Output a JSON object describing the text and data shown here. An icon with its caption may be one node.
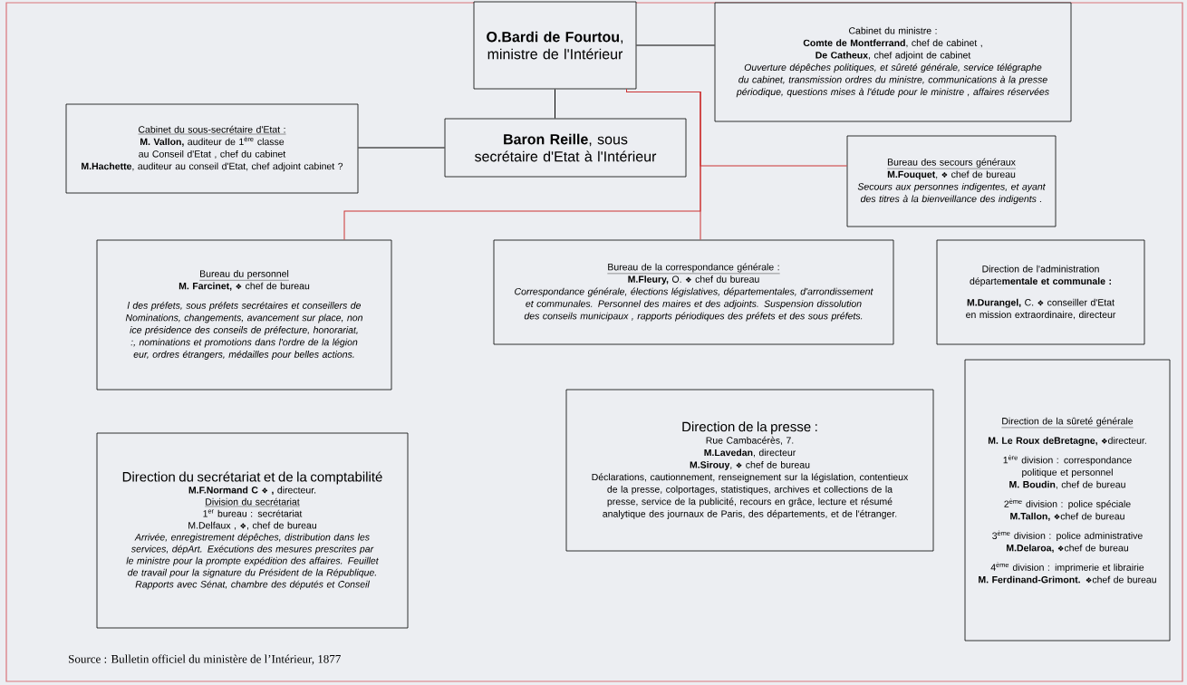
{
  "diagram": {
    "nodes": [
      {
        "text": [
          "**O.Bardi de Fourtou**, ministre de l'Intérieur"
        ]
      },
      {
        "text": [
          "Cabinet du ministre :",
          "**Comte de Montferrand**, chef de cabinet ,",
          "**De Catheux**, chef adjoint de cabinet",
          "Ouverture dépêches politiques, et sûreté générale, service télégraphe du cabinet, transmission ordres du ministre, communications à la presse périodique, questions mises à l'étude pour le ministre , affaires réservées"
        ]
      },
      {
        "text": [
          "Cabinet du sous-secrétaire d'Etat :",
          "**M. Vallon,** auditeur de 1$^{ère}$ classe au Conseil d'Etat , chef du cabinet",
          "**M.Hachette**, auditeur au conseil d'Etat, chef adjoint cabinet ?"
        ]
      },
      {
        "text": [
          "**Baron Reille**, sous secrétaire d'Etat à l'Intérieur"
        ]
      },
      {
        "text": [
          "Bureau des secours généraux",
          "**M.Fouquet**, ❖ chef de bureau",
          "Secours aux personnes indigentes, et ayant des titres à la bienveillance des indigents ."
        ]
      },
      {
        "text": [
          "Bureau du personnel",
          "**M. Farcinet, ❖** chef de bureau",
          "l des préfets, sous préfets secrétaires et conseillers de Nominations, changements, avancement sur place, non ice présidence des conseils de préfecture, honorariat, :, nominations et promotions dans l'ordre de la légion eur, ordres étrangers, médailles pour belles actions."
        ]
      },
      {
        "text": [
          "Bureau de la correspondance générale :",
          "**M.Fleury,** O. ❖ chef du bureau",
          "Correspondance générale, élections législatives, départementales, d'arrondissement et communales. Personnel des maires et des adjoints. Suspension dissolution des conseils municipaux , rapports périodiques des préfets et des sous préfets."
        ]
      },
      {
        "text": [
          "Direction de l'administration départe**mentale et communale :**",
          "**M.Durangel,** C. ❖ conseiller d'Etat en mission extraordinaire, directeur"
        ]
      },
      {
        "text": [
          "Direction de la sûreté générale",
          "**M. Le Roux deBretagne,** ❖directeur.",
          "1$^{ère}$ division : correspondance politique et personnel",
          "**M. Boudin**, chef de bureau",
          "2$^{ème}$ division : police spéciale",
          "**M.Tallon,** ❖chef de bureau",
          "3$^{ème}$ division : police administrative",
          "**M.Delaroa,** ❖chef de bureau",
          "4$^{ème}$ division : imprimerie et librairie",
          "**M. Ferdinand-Grimont.** ❖chef de bureau"
        ]
      },
      {
        "text": [
          "Direction de la presse :",
          "Rue Cambacérès, 7.",
          "**M.Lavedan**, directeur",
          "**M.Sirouy**, ❖ chef de bureau",
          "Déclarations, cautionnement, renseignement sur la législation, contentieux de la presse, colportages, statistiques, archives et collections de la presse, service de la publicité, recours en grâce, lecture et résumé analytique des journaux de Paris, des départements, et de l'étranger."
        ]
      },
      {
        "text": [
          "Direction du secrétariat et de la comptabilité",
          "**M.F.Normand C ❖ ,** directeur.",
          "Division du secrétariat",
          "1$^{er}$ bureau : secrétariat",
          "M.Delfaux , ❖, chef de bureau",
          "Arrivée, enregistrement dépêches, distribution dans les services, dépArt. Exécutions des mesures prescrites par le ministre pour la prompte expédition des affaires. Feuillet de travail pour la signature du Président de la République. Rapports avec Sénat, chambre des députés et Conseil"
        ]
      }
    ],
    "edges": [
      {
        "from": 0,
        "to": 1,
        "arrow": "none"
      },
      {
        "from": 0,
        "to": 3,
        "arrow": "none"
      },
      {
        "from": 3,
        "to": 2,
        "arrow": "none"
      },
      {
        "from": 0,
        "to": 4,
        "arrow": "none",
        "color": "#cc3333"
      },
      {
        "from": 0,
        "to": 5,
        "arrow": "none",
        "color": "#cc3333"
      },
      {
        "from": 0,
        "to": 6,
        "arrow": "none",
        "color": "#cc3333"
      }
    ],
    "labels": [
      "Source : Bulletin officiel du ministère de l’Intérieur, 1877"
    ]
  }
}
